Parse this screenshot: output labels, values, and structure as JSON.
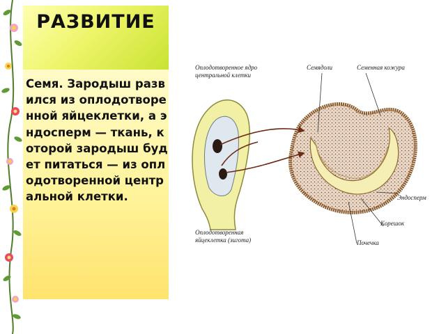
{
  "slide": {
    "title": "РАЗВИТИЕ",
    "body": "Семя. Зародыш развился из оплодотворенной яйцеклетки, а эндосперм — ткань, которой зародыш будет питаться — из оплодотворенной центральной клетки."
  },
  "diagram": {
    "labels": {
      "central_nucleus_line1": "Оплодотворенное ядро",
      "central_nucleus_line2": "центральной клетки",
      "cotyledons": "Семядоли",
      "seed_coat": "Семенная кожура",
      "endosperm": "Эндосперм",
      "radicle": "Корешок",
      "bud": "Почечка",
      "zygote_line1": "Оплодотворенная",
      "zygote_line2": "яйцеклетка (зигота)"
    }
  },
  "colors": {
    "title_green": "#c9e332",
    "text_yellow": "#fff39a",
    "ovule_fill": "#f1f0a4",
    "seed_coat": "#8a5a2b",
    "endosperm_fill": "#e9d8c8",
    "embryo_fill": "#f5efb6",
    "arrow": "#6b2a16"
  }
}
